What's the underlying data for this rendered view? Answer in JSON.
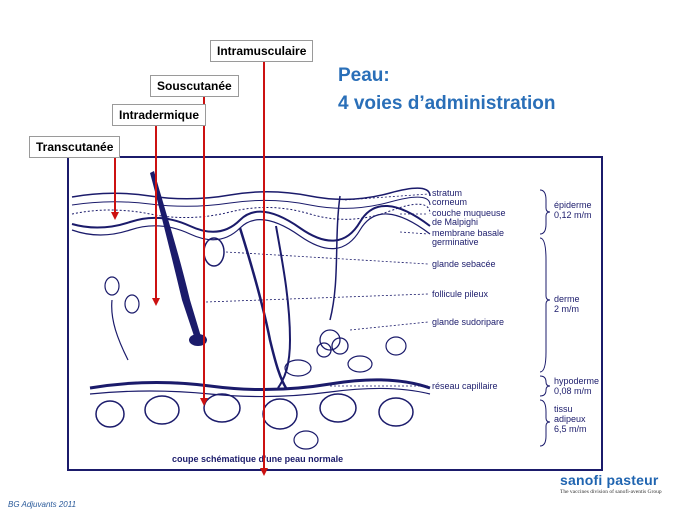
{
  "title": {
    "line1": "Peau:",
    "line2": "4 voies d’administration"
  },
  "routes": {
    "intramusculaire": "Intramusculaire",
    "souscutanee": "Souscutanée",
    "intradermique": "Intradermique",
    "transcutanee": "Transcutanée"
  },
  "diagram": {
    "caption": "coupe schématique d'une peau normale",
    "labels": {
      "stratum": "stratum",
      "corneum": "corneum",
      "couche_muqueuse": "couche muqueuse",
      "de_malpighi": "de Malpighi",
      "membrane_basale": "membrane basale",
      "germinative": "germinative",
      "glande_sebacee": "glande sebacée",
      "follicule_pileux": "follicule pileux",
      "glande_sudoripare": "glande sudoripare",
      "reseau_capillaire": "réseau capillaire"
    },
    "layers": {
      "epiderme": "épiderme",
      "epiderme_size": "0,12 m/m",
      "derme": "derme",
      "derme_size": "2 m/m",
      "hypoderme": "hypoderme",
      "hypoderme_size": "0,08 m/m",
      "tissu": "tissu",
      "adipeux": "adipeux",
      "adipeux_size": "6,5 m/m"
    }
  },
  "footer": {
    "text": "BG Adjuvants 2011"
  },
  "brand": {
    "name": "sanofi pasteur",
    "tagline": "The vaccines division of sanofi-aventis Group"
  },
  "colors": {
    "title": "#2a6fb8",
    "arrow": "#cc1111",
    "diagram_ink": "#1b1b6b",
    "brand": "#1f64b0"
  }
}
